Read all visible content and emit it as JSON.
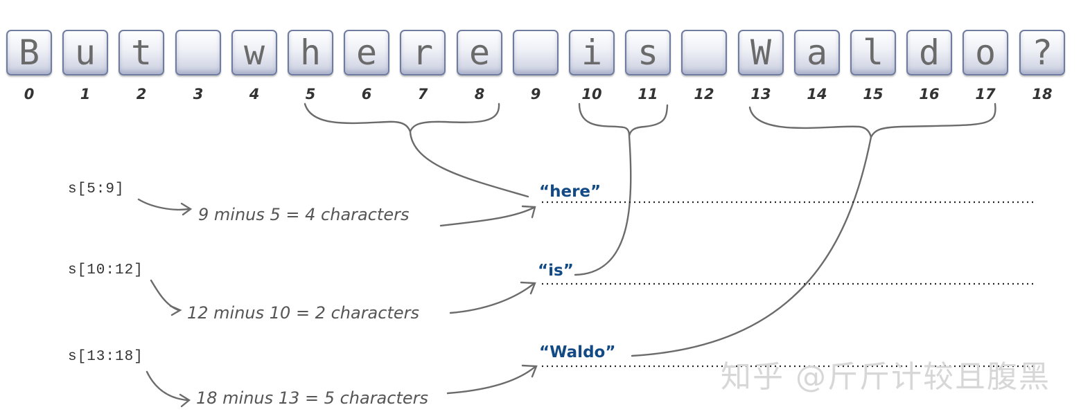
{
  "string_tiles": [
    "B",
    "u",
    "t",
    "",
    "w",
    "h",
    "e",
    "r",
    "e",
    "",
    "i",
    "s",
    "",
    "W",
    "a",
    "l",
    "d",
    "o",
    "?"
  ],
  "indices": [
    "0",
    "1",
    "2",
    "3",
    "4",
    "5",
    "6",
    "7",
    "8",
    "9",
    "10",
    "11",
    "12",
    "13",
    "14",
    "15",
    "16",
    "17",
    "18"
  ],
  "slices": [
    {
      "code": "s[5:9]",
      "explanation": "9 minus 5 = 4 characters",
      "result": "“here”"
    },
    {
      "code": "s[10:12]",
      "explanation": "12 minus 10 = 2 characters",
      "result": "“is”"
    },
    {
      "code": "s[13:18]",
      "explanation": "18 minus 13 = 5 characters",
      "result": "“Waldo”"
    }
  ],
  "watermark": "知乎 @斤斤计较且腹黑",
  "colors": {
    "result": "#124a85",
    "stroke": "#6b6b6b",
    "tile_border": "#6f7ca0"
  }
}
